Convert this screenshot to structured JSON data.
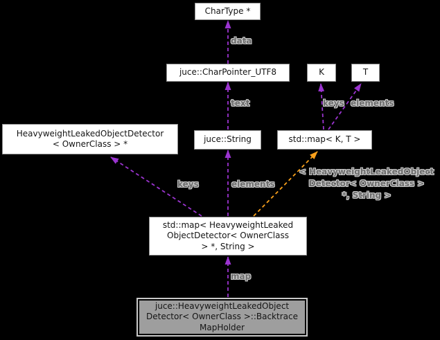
{
  "nodes": {
    "chartype": {
      "label": "CharType *"
    },
    "charpointer_utf8": {
      "label": "juce::CharPointer_UTF8"
    },
    "k": {
      "label": "K"
    },
    "t": {
      "label": "T"
    },
    "heavyweight_detector": {
      "line1": "HeavyweightLeakedObjectDetector",
      "line2": "< OwnerClass > *"
    },
    "juce_string": {
      "label": "juce::String"
    },
    "std_map_kt": {
      "label": "std::map< K, T >"
    },
    "std_map_detector_string": {
      "line1": "std::map< HeavyweightLeaked",
      "line2": "ObjectDetector< OwnerClass",
      "line3": "> *, String >"
    },
    "backtrace_mapholder": {
      "line1": "juce::HeavyweightLeakedObject",
      "line2": "Detector< OwnerClass >::Backtrace",
      "line3": "MapHolder",
      "highlighted": true
    }
  },
  "edge_labels": {
    "data": "data",
    "text": "text",
    "keys_left": "keys",
    "elements_left": "elements",
    "map": "map",
    "keys_right": "keys",
    "elements_right": "elements",
    "template_args": {
      "line1": "< HeavyweightLeakedObject",
      "line2": "Detector< OwnerClass >",
      "line3": "*, String >"
    }
  },
  "colors": {
    "background": "#000000",
    "node_fill": "#ffffff",
    "node_border": "#8e8e8e",
    "node_text": "#141414",
    "highlight_fill": "#9e9e9e",
    "usage_edge": "#9b34d0",
    "template_edge": "#f9a01b",
    "edge_label_text": "#bdbdbd"
  }
}
